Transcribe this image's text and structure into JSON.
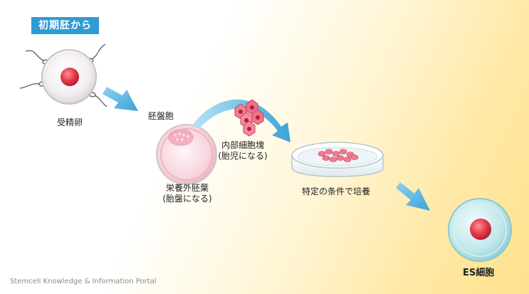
{
  "header": {
    "badge": "初期胚から"
  },
  "labels": {
    "fertilized_egg": "受精卵",
    "blastocyst": "胚盤胞",
    "inner_cell_mass_line1": "内部細胞塊",
    "inner_cell_mass_line2": "(胎児になる)",
    "trophectoderm_line1": "栄養外胚葉",
    "trophectoderm_line2": "(胎盤になる)",
    "culture": "特定の条件で培養",
    "es_cell": "ES細胞"
  },
  "footer": {
    "credit": "Stemcell Knowledge & Information Portal"
  },
  "colors": {
    "badge": "#2e9bd6",
    "arrow": "#5ab4e0",
    "cell_nucleus": "#e0394a",
    "es_cell_body": "#bfe6ea"
  }
}
